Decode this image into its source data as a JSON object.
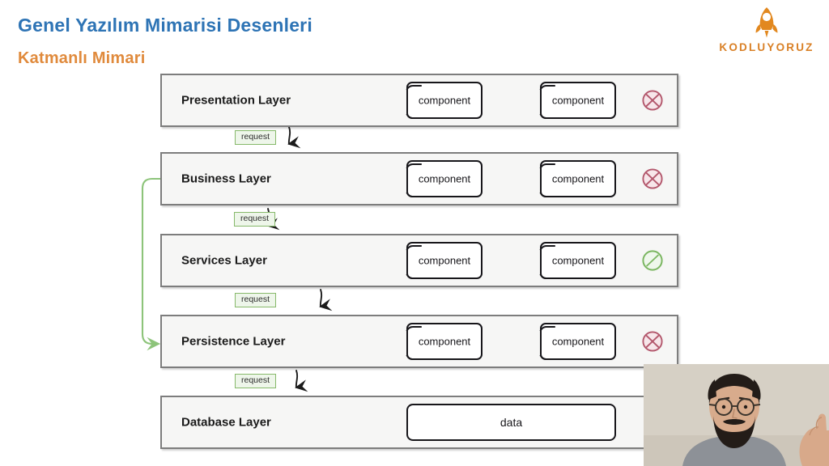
{
  "slide": {
    "title": "Genel Yazılım Mimarisi Desenleri",
    "subtitle": "Katmanlı Mimari",
    "title_color": "#2E74B5",
    "subtitle_color": "#E08A3C",
    "background": "#ffffff"
  },
  "logo": {
    "wordmark": "KODLUYORUZ",
    "icon": "rocket-icon",
    "color": "#D98026"
  },
  "diagram": {
    "type": "layered-architecture",
    "component_label": "component",
    "arrow_label": "request",
    "colors": {
      "layer_fill": "#f6f6f5",
      "layer_border": "#7d7d7d",
      "closed_marker": "#b3576c",
      "open_marker": "#7bb661",
      "flow_arrow": "#8dc47a",
      "request_badge_fill": "#eef6ea",
      "request_badge_border": "#86b96a"
    },
    "layers": [
      {
        "name": "Presentation Layer",
        "components": [
          "component",
          "component"
        ],
        "marker": "closed",
        "marker_name": "layer-closed-marker"
      },
      {
        "name": "Business Layer",
        "components": [
          "component",
          "component"
        ],
        "marker": "closed",
        "marker_name": "layer-closed-marker"
      },
      {
        "name": "Services Layer",
        "components": [
          "component",
          "component"
        ],
        "marker": "open",
        "marker_name": "layer-open-marker"
      },
      {
        "name": "Persistence Layer",
        "components": [
          "component",
          "component"
        ],
        "marker": "closed",
        "marker_name": "layer-closed-marker"
      },
      {
        "name": "Database Layer",
        "components": [
          "data"
        ],
        "marker": "none",
        "marker_name": "none"
      }
    ],
    "request_arrows": [
      {
        "label": "request",
        "from": "Presentation Layer",
        "to": "Business Layer"
      },
      {
        "label": "request",
        "from": "Business Layer",
        "to": "Services Layer"
      },
      {
        "label": "request",
        "from": "Services Layer",
        "to": "Persistence Layer"
      },
      {
        "label": "request",
        "from": "Persistence Layer",
        "to": "Database Layer"
      }
    ],
    "bypass_arrow": {
      "from": "Business Layer",
      "to": "Persistence Layer"
    }
  },
  "webcam": {
    "present": true,
    "description": "presenter video overlay"
  }
}
